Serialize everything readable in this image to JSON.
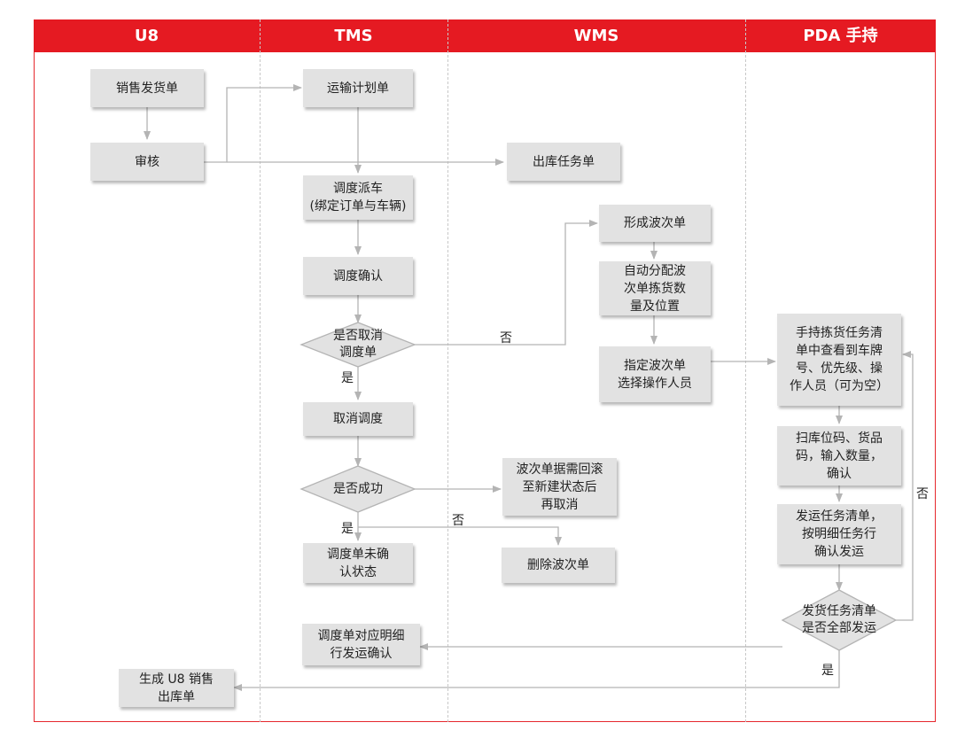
{
  "lanes": {
    "u8": "U8",
    "tms": "TMS",
    "wms": "WMS",
    "pda": "PDA 手持"
  },
  "nodes": {
    "sales_delivery": "销售发货单",
    "audit": "审核",
    "transport_plan": "运输计划单",
    "outbound_task": "出库任务单",
    "dispatch": "调度派车\n(绑定订单与车辆)",
    "dispatch_confirm": "调度确认",
    "cancel_decision": "是否取消\n调度单",
    "create_wave": "形成波次单",
    "auto_assign": "自动分配波\n次单拣货数\n量及位置",
    "assign_operator": "指定波次单\n选择操作人员",
    "pda_pick_list": "手持拣货任务清\n单中查看到车牌\n号、优先级、操\n作人员（可为空）",
    "cancel_dispatch": "取消调度",
    "success_decision": "是否成功",
    "wave_rollback": "波次单据需回滚\n至新建状态后\n再取消",
    "scan": "扫库位码、货品\n码，输入数量，\n确认",
    "unconfirmed_state": "调度单未确\n认状态",
    "delete_wave": "删除波次单",
    "ship_list": "发运任务清单，\n按明细任务行\n确认发运",
    "all_shipped_decision": "发货任务清单\n是否全部发运",
    "line_ship_confirm": "调度单对应明细\n行发运确认",
    "u8_outbound": "生成 U8 销售\n出库单"
  },
  "labels": {
    "no_cancel": "否",
    "yes_cancel": "是",
    "yes_success": "是",
    "no_success": "否",
    "no_all": "否",
    "yes_all": "是"
  },
  "colors": {
    "header": "#e51a22",
    "box": "#e2e2e2",
    "line": "#b4b4b4"
  }
}
